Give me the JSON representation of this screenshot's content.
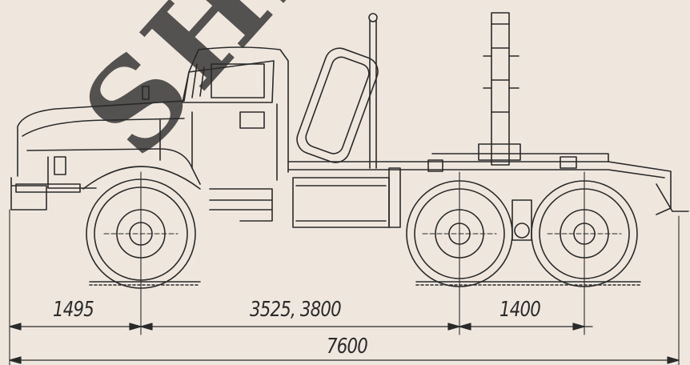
{
  "dimensions": {
    "front_overhang": "1495",
    "wheelbase": "3525, 3800",
    "rear_axle_spacing": "1400",
    "overall_length": "7600"
  },
  "watermark": "SHRIA",
  "colors": {
    "paper": "#efe7de",
    "ink": "#2a2a2a",
    "watermark": "#282828"
  }
}
